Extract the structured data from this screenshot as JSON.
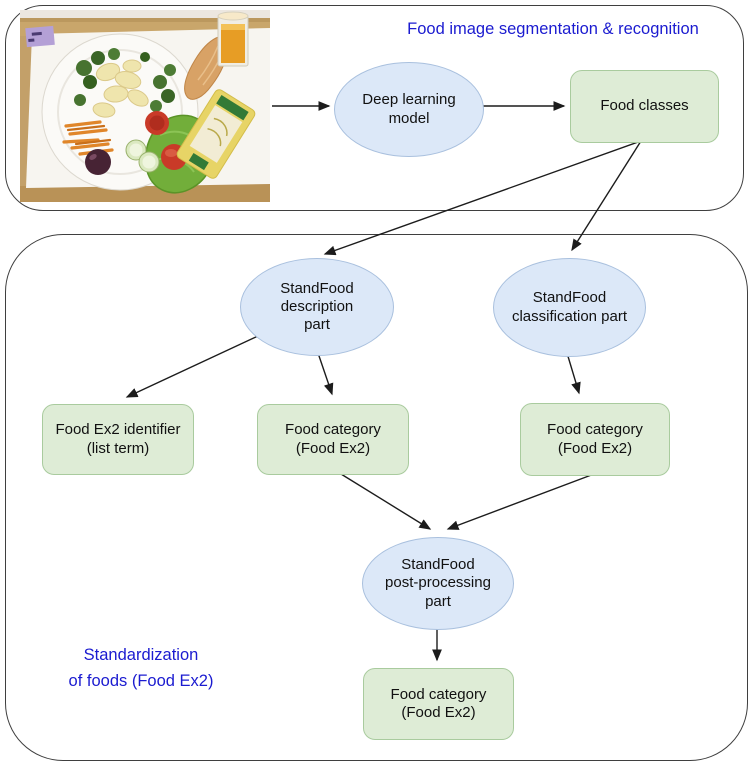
{
  "sections": {
    "recognition": {
      "title": "Food image segmentation & recognition",
      "photo_name": "food-tray-photo"
    },
    "standardization": {
      "caption_line1": "Standardization",
      "caption_line2": "of foods (Food Ex2)"
    }
  },
  "nodes": {
    "deep_learning_model": {
      "label": "Deep learning\nmodel",
      "shape": "ellipse"
    },
    "food_classes": {
      "label": "Food classes",
      "shape": "box"
    },
    "standfood_description": {
      "label": "StandFood\ndescription\npart",
      "shape": "ellipse"
    },
    "standfood_classification": {
      "label": "StandFood\nclassification part",
      "shape": "ellipse"
    },
    "food_ex2_identifier": {
      "label": "Food Ex2 identifier\n(list term)",
      "shape": "box"
    },
    "food_category_left": {
      "label": "Food category\n(Food Ex2)",
      "shape": "box"
    },
    "food_category_right": {
      "label": "Food category\n(Food Ex2)",
      "shape": "box"
    },
    "standfood_post_processing": {
      "label": "StandFood\npost-processing\npart",
      "shape": "ellipse"
    },
    "food_category_final": {
      "label": "Food category\n(Food Ex2)",
      "shape": "box"
    }
  },
  "edges": [
    {
      "from": "food-tray-photo",
      "to": "deep-learning-model"
    },
    {
      "from": "deep-learning-model",
      "to": "food-classes"
    },
    {
      "from": "food-classes",
      "to": "standfood-description-part"
    },
    {
      "from": "food-classes",
      "to": "standfood-classification-part"
    },
    {
      "from": "standfood-description-part",
      "to": "food-ex2-identifier"
    },
    {
      "from": "standfood-description-part",
      "to": "food-category-left"
    },
    {
      "from": "standfood-classification-part",
      "to": "food-category-right"
    },
    {
      "from": "food-category-left",
      "to": "standfood-post-processing"
    },
    {
      "from": "food-category-right",
      "to": "standfood-post-processing"
    },
    {
      "from": "standfood-post-processing",
      "to": "food-category-final"
    }
  ],
  "colors": {
    "accent_blue_text": "#1b1bd0",
    "ellipse_fill": "#dce8f8",
    "ellipse_border": "#a9c0de",
    "box_fill": "#deecd6",
    "box_border": "#a9cb9e",
    "container_border": "#3f3f3f",
    "arrow": "#1c1c1c"
  }
}
